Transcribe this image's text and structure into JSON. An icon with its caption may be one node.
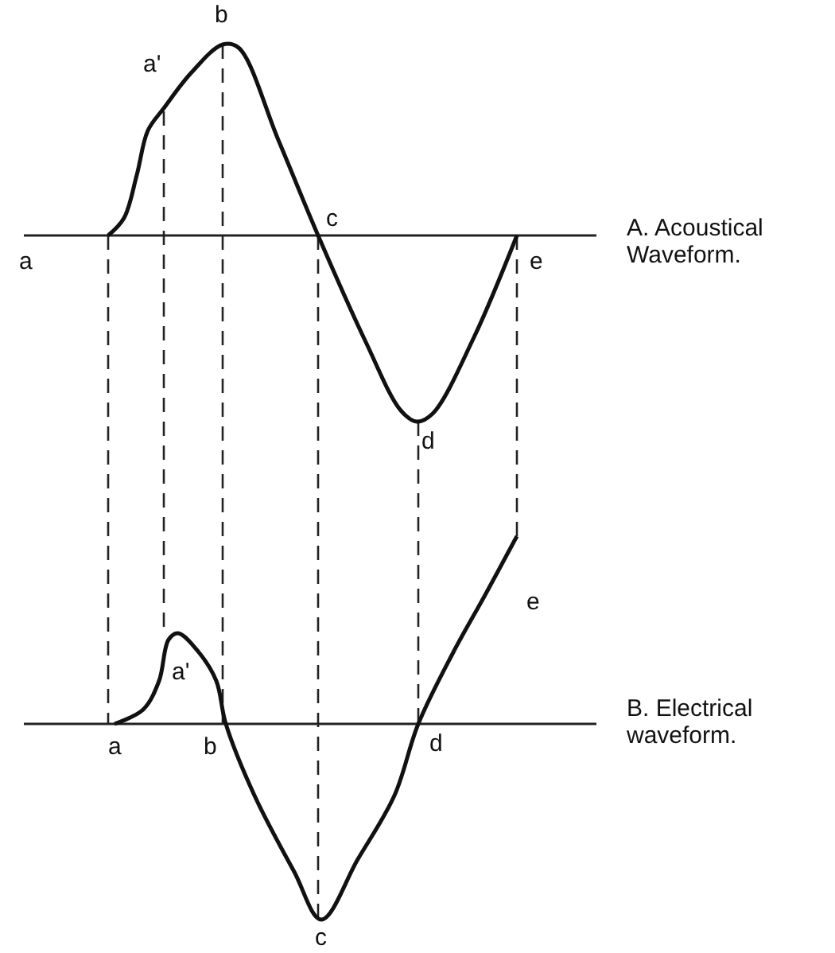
{
  "diagram": {
    "labels": [
      "b",
      "a'",
      "c",
      "a",
      "e",
      "A. Acoustical Waveform.",
      "d",
      "e",
      "a'",
      "a",
      "b",
      "d",
      "B. Electrical waveform.",
      "c"
    ]
  }
}
